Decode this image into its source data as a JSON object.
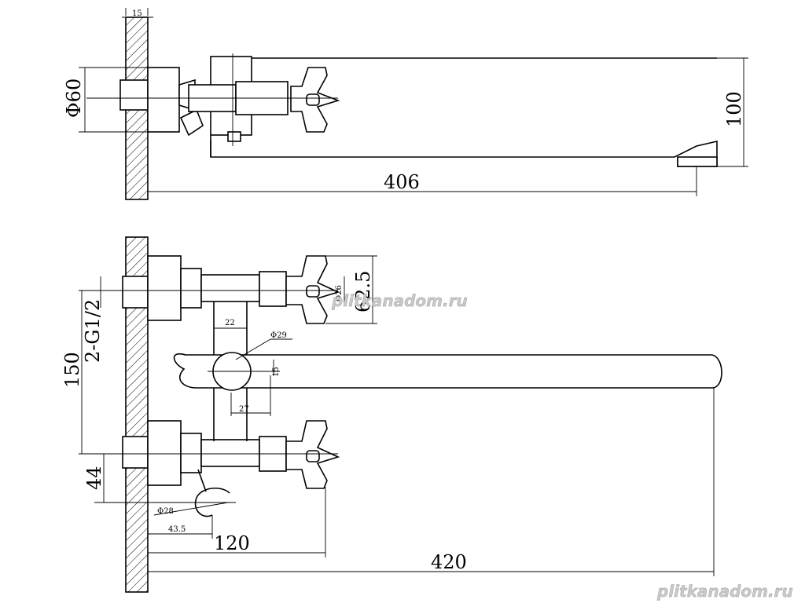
{
  "dimensions": {
    "top_wall_thickness": "15",
    "top_diameter": "Φ60",
    "top_height": "100",
    "top_length": "406",
    "side_height": "62.5",
    "handle_diameter": "Φ26",
    "inlet_thread": "2-G1/2",
    "inlet_spacing": "150",
    "offset_22": "22",
    "body_diameter": "Φ29",
    "spout_height": "15",
    "offset_27": "27",
    "bottom_44": "44",
    "holder_diameter": "Φ28",
    "holder_offset": "43.5",
    "depth_120": "120",
    "spout_length": "420"
  },
  "watermarks": {
    "center": "plitkanadom.ru",
    "corner": "plitkanadom.ru"
  }
}
